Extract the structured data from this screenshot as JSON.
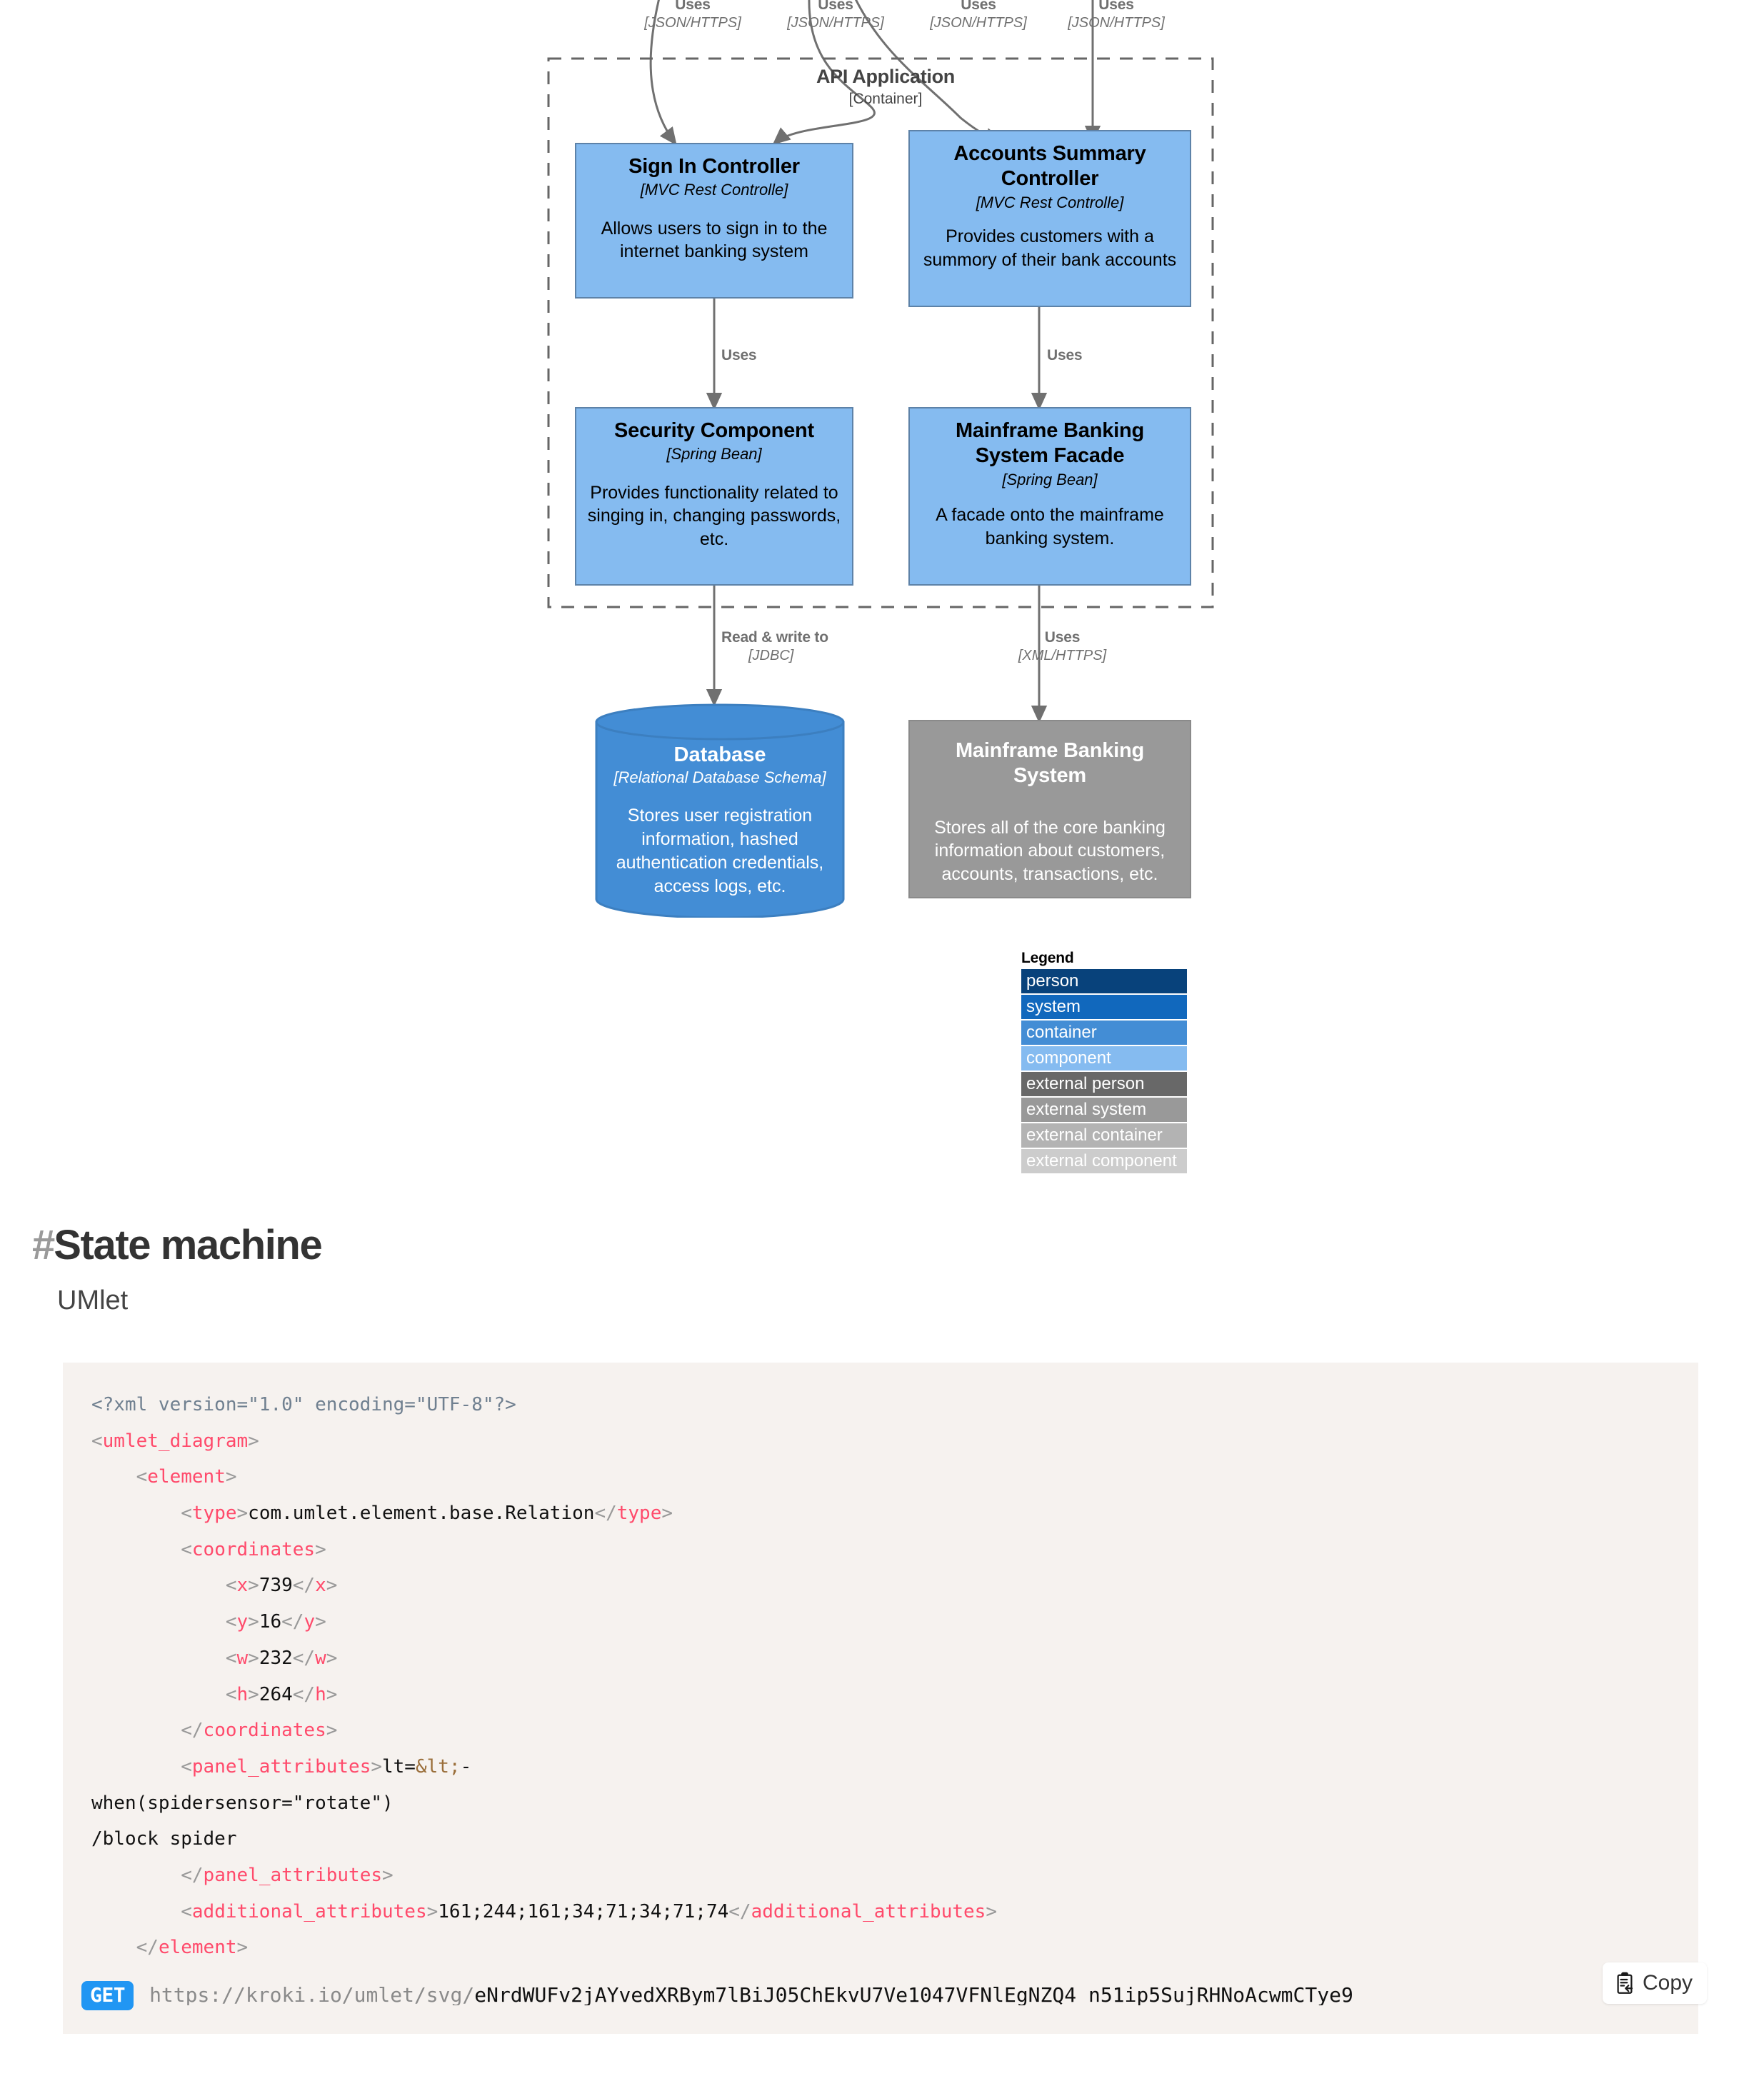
{
  "diagram": {
    "boundary": {
      "title": "API Application",
      "subtitle": "[Container]"
    },
    "top_edges": [
      {
        "label": "Uses",
        "tech": "[JSON/HTTPS]"
      },
      {
        "label": "Uses",
        "tech": "[JSON/HTTPS]"
      },
      {
        "label": "Uses",
        "tech": "[JSON/HTTPS]"
      },
      {
        "label": "Uses",
        "tech": "[JSON/HTTPS]"
      }
    ],
    "mid_edges": [
      {
        "label": "Uses",
        "tech": ""
      },
      {
        "label": "Uses",
        "tech": ""
      }
    ],
    "bottom_edges": [
      {
        "label": "Read & write to",
        "tech": "[JDBC]"
      },
      {
        "label": "Uses",
        "tech": "[XML/HTTPS]"
      }
    ],
    "nodes": [
      {
        "id": "sign-in-controller",
        "title": "Sign In Controller",
        "tech": "[MVC Rest Controlle]",
        "desc": "Allows users to sign in to the internet banking system"
      },
      {
        "id": "accounts-summary-controller",
        "title": "Accounts Summary Controller",
        "tech": "[MVC Rest Controlle]",
        "desc": "Provides customers with a summory of their bank accounts"
      },
      {
        "id": "security-component",
        "title": "Security Component",
        "tech": "[Spring Bean]",
        "desc": "Provides functionality related to singing in, changing passwords, etc."
      },
      {
        "id": "mainframe-banking-system-facade",
        "title": "Mainframe Banking System Facade",
        "tech": "[Spring Bean]",
        "desc": "A facade onto the mainframe banking system."
      },
      {
        "id": "database",
        "title": "Database",
        "tech": "[Relational Database Schema]",
        "desc": "Stores user registration information, hashed authentication credentials, access logs, etc."
      },
      {
        "id": "mainframe-banking-system",
        "title": "Mainframe Banking System",
        "tech": "",
        "desc": "Stores all of the core banking information about customers, accounts, transactions, etc."
      }
    ],
    "legend": {
      "title": "Legend",
      "items": [
        {
          "label": "person",
          "color": "#08427B"
        },
        {
          "label": "system",
          "color": "#1168BD"
        },
        {
          "label": "container",
          "color": "#438DD5"
        },
        {
          "label": "component",
          "color": "#85BBF0"
        },
        {
          "label": "external person",
          "color": "#686868"
        },
        {
          "label": "external system",
          "color": "#999999"
        },
        {
          "label": "external container",
          "color": "#B3B3B3"
        },
        {
          "label": "external component",
          "color": "#CCCCCC"
        }
      ]
    }
  },
  "section": {
    "anchor": "#",
    "heading": "State machine",
    "subtitle": "UMlet"
  },
  "code": {
    "language": "xml",
    "lines": [
      [
        {
          "t": "decl",
          "v": "<?xml version=\"1.0\" encoding=\"UTF-8\"?>"
        }
      ],
      [
        {
          "t": "punct",
          "v": "<"
        },
        {
          "t": "tag",
          "v": "umlet_diagram"
        },
        {
          "t": "punct",
          "v": ">"
        }
      ],
      [
        {
          "t": "text",
          "v": "    "
        },
        {
          "t": "punct",
          "v": "<"
        },
        {
          "t": "tag",
          "v": "element"
        },
        {
          "t": "punct",
          "v": ">"
        }
      ],
      [
        {
          "t": "text",
          "v": "        "
        },
        {
          "t": "punct",
          "v": "<"
        },
        {
          "t": "tag",
          "v": "type"
        },
        {
          "t": "punct",
          "v": ">"
        },
        {
          "t": "text",
          "v": "com.umlet.element.base.Relation"
        },
        {
          "t": "punct",
          "v": "</"
        },
        {
          "t": "tag",
          "v": "type"
        },
        {
          "t": "punct",
          "v": ">"
        }
      ],
      [
        {
          "t": "text",
          "v": "        "
        },
        {
          "t": "punct",
          "v": "<"
        },
        {
          "t": "tag",
          "v": "coordinates"
        },
        {
          "t": "punct",
          "v": ">"
        }
      ],
      [
        {
          "t": "text",
          "v": "            "
        },
        {
          "t": "punct",
          "v": "<"
        },
        {
          "t": "tag",
          "v": "x"
        },
        {
          "t": "punct",
          "v": ">"
        },
        {
          "t": "text",
          "v": "739"
        },
        {
          "t": "punct",
          "v": "</"
        },
        {
          "t": "tag",
          "v": "x"
        },
        {
          "t": "punct",
          "v": ">"
        }
      ],
      [
        {
          "t": "text",
          "v": "            "
        },
        {
          "t": "punct",
          "v": "<"
        },
        {
          "t": "tag",
          "v": "y"
        },
        {
          "t": "punct",
          "v": ">"
        },
        {
          "t": "text",
          "v": "16"
        },
        {
          "t": "punct",
          "v": "</"
        },
        {
          "t": "tag",
          "v": "y"
        },
        {
          "t": "punct",
          "v": ">"
        }
      ],
      [
        {
          "t": "text",
          "v": "            "
        },
        {
          "t": "punct",
          "v": "<"
        },
        {
          "t": "tag",
          "v": "w"
        },
        {
          "t": "punct",
          "v": ">"
        },
        {
          "t": "text",
          "v": "232"
        },
        {
          "t": "punct",
          "v": "</"
        },
        {
          "t": "tag",
          "v": "w"
        },
        {
          "t": "punct",
          "v": ">"
        }
      ],
      [
        {
          "t": "text",
          "v": "            "
        },
        {
          "t": "punct",
          "v": "<"
        },
        {
          "t": "tag",
          "v": "h"
        },
        {
          "t": "punct",
          "v": ">"
        },
        {
          "t": "text",
          "v": "264"
        },
        {
          "t": "punct",
          "v": "</"
        },
        {
          "t": "tag",
          "v": "h"
        },
        {
          "t": "punct",
          "v": ">"
        }
      ],
      [
        {
          "t": "text",
          "v": "        "
        },
        {
          "t": "punct",
          "v": "</"
        },
        {
          "t": "tag",
          "v": "coordinates"
        },
        {
          "t": "punct",
          "v": ">"
        }
      ],
      [
        {
          "t": "text",
          "v": "        "
        },
        {
          "t": "punct",
          "v": "<"
        },
        {
          "t": "tag",
          "v": "panel_attributes"
        },
        {
          "t": "punct",
          "v": ">"
        },
        {
          "t": "text",
          "v": "lt="
        },
        {
          "t": "ent",
          "v": "&lt;"
        },
        {
          "t": "text",
          "v": "-"
        }
      ],
      [
        {
          "t": "text",
          "v": "when(spidersensor=\"rotate\")"
        }
      ],
      [
        {
          "t": "text",
          "v": "/block spider"
        }
      ],
      [
        {
          "t": "text",
          "v": "        "
        },
        {
          "t": "punct",
          "v": "</"
        },
        {
          "t": "tag",
          "v": "panel_attributes"
        },
        {
          "t": "punct",
          "v": ">"
        }
      ],
      [
        {
          "t": "text",
          "v": "        "
        },
        {
          "t": "punct",
          "v": "<"
        },
        {
          "t": "tag",
          "v": "additional_attributes"
        },
        {
          "t": "punct",
          "v": ">"
        },
        {
          "t": "text",
          "v": "161;244;161;34;71;34;71;74"
        },
        {
          "t": "punct",
          "v": "</"
        },
        {
          "t": "tag",
          "v": "additional_attributes"
        },
        {
          "t": "punct",
          "v": ">"
        }
      ],
      [
        {
          "t": "text",
          "v": "    "
        },
        {
          "t": "punct",
          "v": "</"
        },
        {
          "t": "tag",
          "v": "element"
        },
        {
          "t": "punct",
          "v": ">"
        }
      ]
    ]
  },
  "request": {
    "method": "GET",
    "url_scheme": "https://kroki.io/umlet/svg/",
    "url_payload": "eNrdWUFv2jAYvedXRBym7lBiJ05ChEkvU7Ve1047VFNlEgNZQ4_n51ip5SujRHNoAcwmCTye9__",
    "copy_label": "Copy"
  }
}
